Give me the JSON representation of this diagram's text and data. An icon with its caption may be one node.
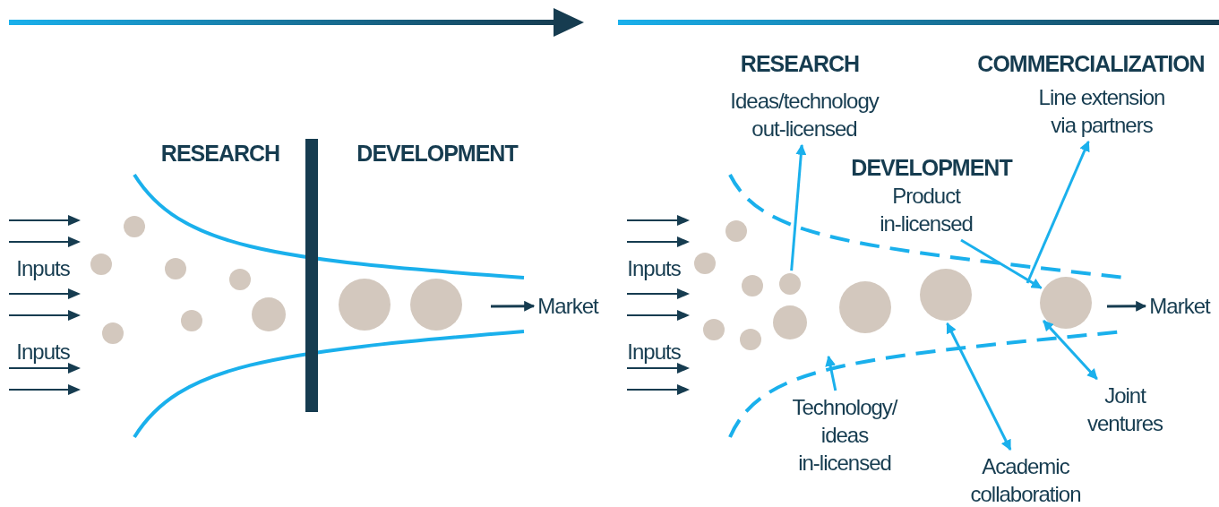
{
  "diagram": {
    "nodes": [
      {
        "text": [
          "Market"
        ]
      },
      {
        "text": [
          "Ideas/technology out-licensed"
        ]
      },
      {
        "text": [
          "Product in-licensed"
        ]
      },
      {
        "text": [
          "Line extension via partners"
        ]
      },
      {
        "text": [
          "Market"
        ]
      },
      {
        "text": [
          "Technology/ ideas in-licensed"
        ]
      },
      {
        "text": [
          "Academic collaboration"
        ]
      },
      {
        "text": [
          "Joint ventures"
        ]
      },
      {
        "text": [],
        "shape": "circle"
      },
      {
        "text": [],
        "shape": "circle"
      },
      {
        "text": [],
        "shape": "circle"
      },
      {
        "text": [],
        "shape": "circle"
      },
      {
        "text": [],
        "shape": "circle"
      },
      {
        "text": [],
        "shape": "circle"
      },
      {
        "text": [],
        "shape": "circle"
      },
      {
        "text": [],
        "shape": "circle"
      },
      {
        "text": [],
        "shape": "circle"
      },
      {
        "text": [],
        "shape": "circle"
      },
      {
        "text": [],
        "shape": "circle"
      },
      {
        "text": [],
        "shape": "circle"
      },
      {
        "text": [],
        "shape": "circle"
      },
      {
        "text": [],
        "shape": "circle"
      },
      {
        "text": [],
        "shape": "circle"
      },
      {
        "text": [],
        "shape": "circle"
      },
      {
        "text": [],
        "shape": "circle"
      },
      {
        "text": [],
        "shape": "circle"
      },
      {
        "text": [],
        "shape": "circle"
      }
    ],
    "edges": [
      {
        "from": null,
        "to": 0,
        "arrow": "to",
        "color": "#163c50"
      },
      {
        "from": 22,
        "to": 1,
        "arrow": "to"
      },
      {
        "from": 2,
        "to": 26,
        "arrow": "to"
      },
      {
        "from": null,
        "to": 3,
        "arrow": "to"
      },
      {
        "from": null,
        "to": 4,
        "arrow": "to",
        "color": "#163c50"
      },
      {
        "from": 5,
        "to": null,
        "arrow": "to"
      },
      {
        "from": 25,
        "to": 6,
        "arrow": "both"
      },
      {
        "from": 26,
        "to": 7,
        "arrow": "both"
      }
    ],
    "labels": [
      "RESEARCH",
      "DEVELOPMENT",
      "Inputs",
      "Inputs",
      "RESEARCH",
      "COMMERCIALIZATION",
      "DEVELOPMENT",
      "Inputs",
      "Inputs"
    ]
  }
}
